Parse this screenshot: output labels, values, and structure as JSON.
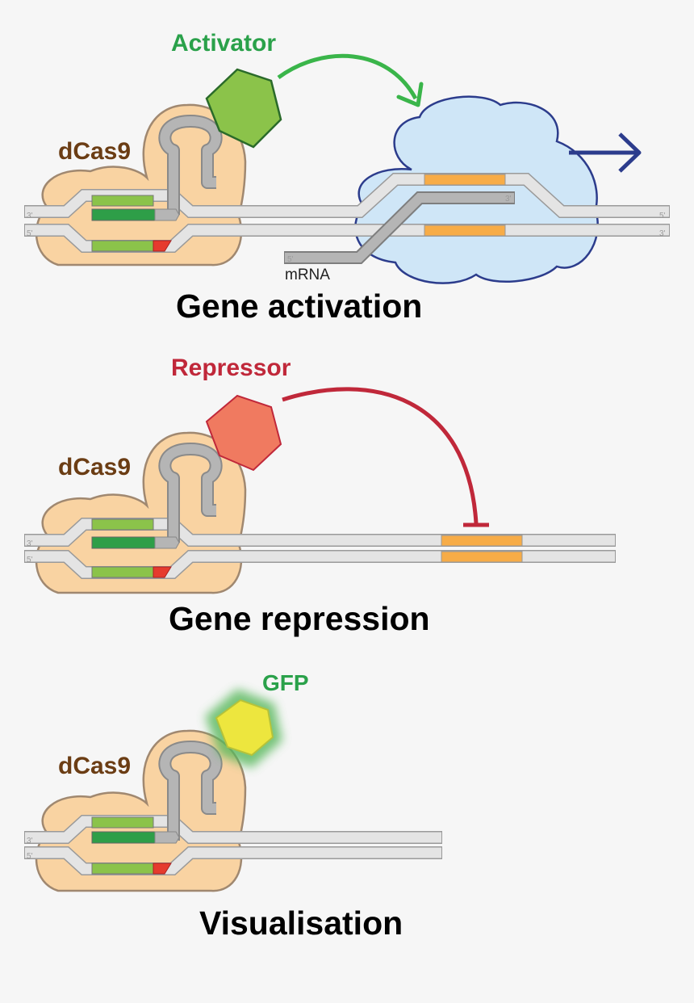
{
  "colors": {
    "background": "#f6f6f6",
    "dcas9_body": "#f9d3a2",
    "activator": "#8bc34a",
    "activator_label": "#2aa14a",
    "repressor": "#f07a60",
    "repressor_label": "#c0283a",
    "gfp": "#ede63e",
    "polymerase": "#cfe6f7",
    "polymerase_outline": "#2c3c8c",
    "target_gene": "#f7ac47",
    "guide_rna": "#b5b5b5",
    "dcas9_label": "#6b3d14"
  },
  "panels": [
    {
      "effector_label": "Activator",
      "dcas9_label": "dCas9",
      "title": "Gene activation",
      "mrna_label": "mRNA",
      "strand_ends": {
        "top_left": "3'",
        "bottom_left": "5'",
        "top_right": "5'",
        "bottom_right": "3'",
        "mrna_start": "5'",
        "mrna_end": "3'"
      }
    },
    {
      "effector_label": "Repressor",
      "dcas9_label": "dCas9",
      "title": "Gene repression",
      "strand_ends": {
        "top_left": "3'",
        "bottom_left": "5'"
      }
    },
    {
      "effector_label": "GFP",
      "dcas9_label": "dCas9",
      "title": "Visualisation",
      "strand_ends": {
        "top_left": "3'",
        "bottom_left": "5'"
      }
    }
  ],
  "icons": {
    "activation_arrow": "right-arrow-icon",
    "repression_bar": "inhibition-bar-icon"
  }
}
